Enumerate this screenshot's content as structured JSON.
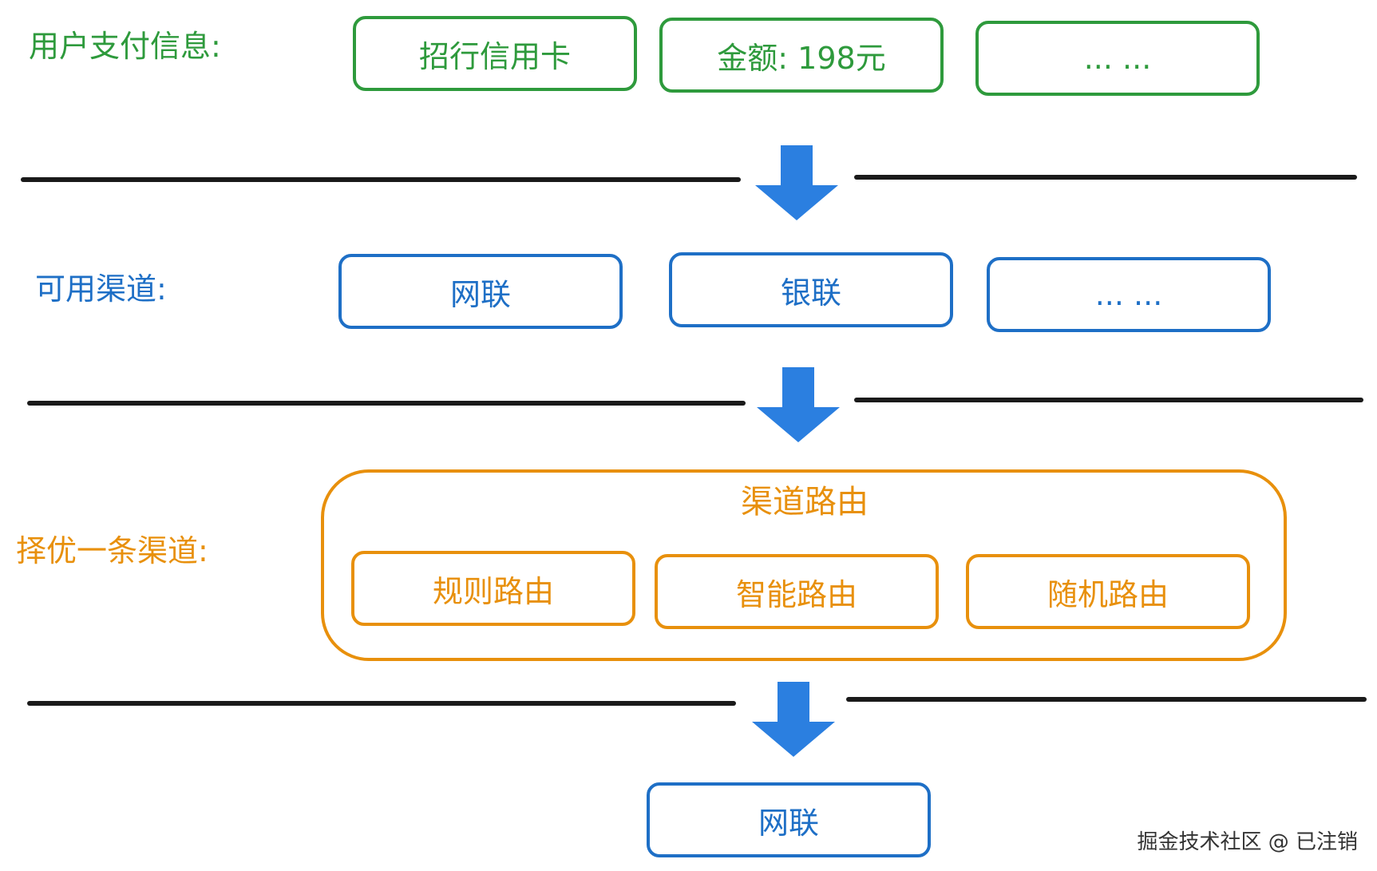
{
  "colors": {
    "user_info": "#2e9a3c",
    "channels": "#1e6fc6",
    "routing": "#e8900c",
    "divider": "#1a1a1a"
  },
  "rows": {
    "user_info": {
      "label": "用户支付信息:",
      "items": [
        "招行信用卡",
        "金额: 198元",
        "... ..."
      ]
    },
    "channels": {
      "label": "可用渠道:",
      "items": [
        "网联",
        "银联",
        "... ..."
      ]
    },
    "routing": {
      "label": "择优一条渠道:",
      "group_title": "渠道路由",
      "items": [
        "规则路由",
        "智能路由",
        "随机路由"
      ]
    },
    "result": {
      "item": "网联"
    }
  },
  "icons": {
    "step_arrow": "arrow-down-icon"
  },
  "watermark": "掘金技术社区 @ 已注销"
}
